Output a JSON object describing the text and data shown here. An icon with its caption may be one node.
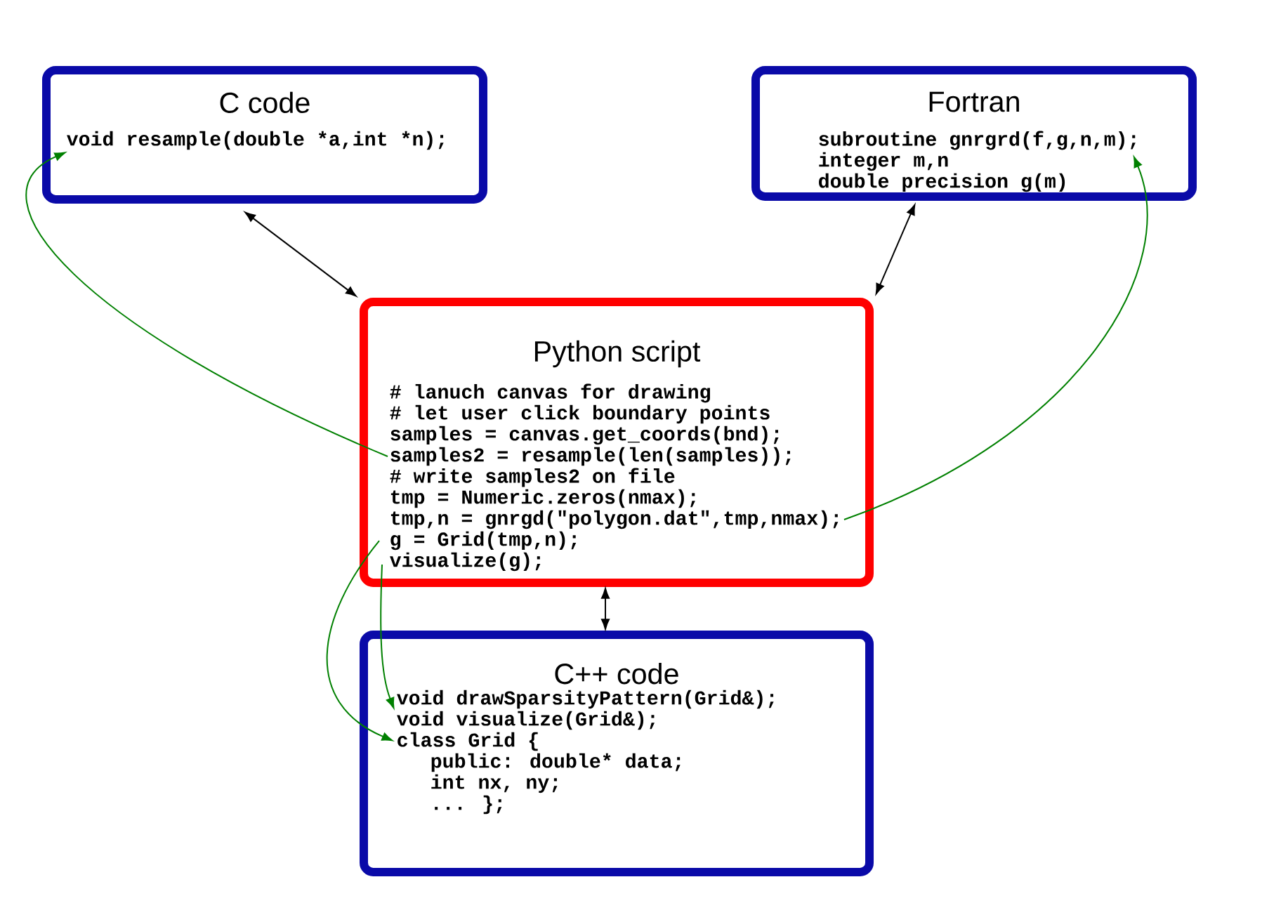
{
  "diagram": {
    "nodes": [
      {
        "text": [
          "C code"
        ]
      },
      {
        "text": [
          "void resample(double *a,int *n);"
        ],
        "in": 0
      },
      {
        "text": [
          "Fortran"
        ]
      },
      {
        "text": [
          "subroutine gnrgrd(f,g,n,m);"
        ],
        "in": 2
      },
      {
        "text": [
          "integer m,n"
        ],
        "in": 2
      },
      {
        "text": [
          "double precision g(m)"
        ],
        "in": 2
      },
      {
        "text": [
          "Python script"
        ]
      },
      {
        "text": [
          "# lanuch canvas for drawing"
        ],
        "in": 6
      },
      {
        "text": [
          "# let user click boundary points"
        ],
        "in": 6
      },
      {
        "text": [
          "samples = canvas.get_coords(bnd);"
        ],
        "in": 6
      },
      {
        "text": [
          "samples2 = resample(len(samples));"
        ],
        "in": 6
      },
      {
        "text": [
          "# write samples2 on file"
        ],
        "in": 6
      },
      {
        "text": [
          "tmp = Numeric.zeros(nmax);"
        ],
        "in": 6
      },
      {
        "text": [
          "tmp,n = gnrgd(\"polygon.dat\",tmp,nmax);"
        ],
        "in": 6
      },
      {
        "text": [
          "g = Grid(tmp,n);"
        ],
        "in": 6
      },
      {
        "text": [
          "visualize(g);"
        ],
        "in": 6
      },
      {
        "text": [
          "C++ code"
        ]
      },
      {
        "text": [
          "void drawSparsityPattern(Grid&);"
        ],
        "in": 16
      },
      {
        "text": [
          "void visualize(Grid&);"
        ],
        "in": 16
      },
      {
        "text": [
          "class Grid {"
        ],
        "in": 16
      },
      {
        "text": [
          "public: double* data;"
        ],
        "in": 16
      },
      {
        "text": [
          "int nx, ny;"
        ],
        "in": 16
      },
      {
        "text": [
          "... };"
        ],
        "in": 16
      }
    ],
    "edges": [
      {
        "from": 0,
        "to": 6,
        "arrow": "both",
        "color": "#000000"
      },
      {
        "from": 2,
        "to": 6,
        "arrow": "both",
        "color": "#000000"
      },
      {
        "from": 6,
        "to": 16,
        "arrow": "both",
        "color": "#000000"
      },
      {
        "from": 10,
        "to": 1,
        "arrow": "to"
      },
      {
        "from": 13,
        "to": 3,
        "arrow": "to"
      },
      {
        "from": 14,
        "to": 19,
        "arrow": "to"
      },
      {
        "from": 15,
        "to": 17,
        "arrow": "to"
      }
    ]
  }
}
